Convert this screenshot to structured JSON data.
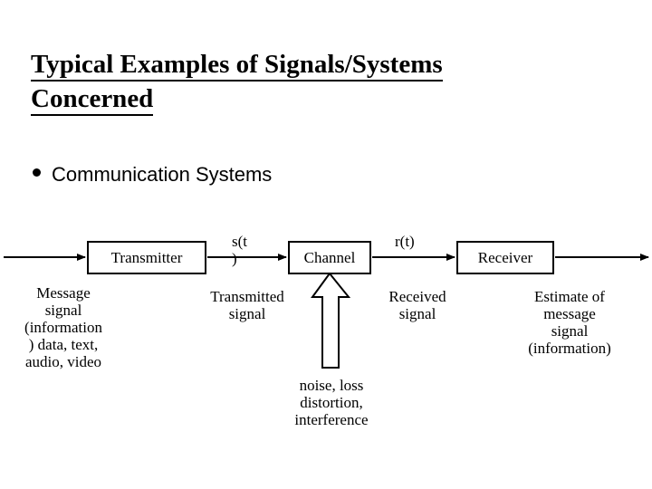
{
  "slide": {
    "title_lines": [
      "Typical Examples of Signals/Systems",
      "Concerned"
    ],
    "bullet": {
      "marker": "bullet-dot",
      "label": "Communication Systems"
    }
  },
  "diagram": {
    "type": "block-diagram",
    "boxes": [
      {
        "id": "transmitter",
        "label": "Transmitter"
      },
      {
        "id": "channel",
        "label": "Channel"
      },
      {
        "id": "receiver",
        "label": "Receiver"
      }
    ],
    "signal_labels": [
      {
        "id": "s-of-t",
        "text": "s(t\n)"
      },
      {
        "id": "r-of-t",
        "text": "r(t)"
      }
    ],
    "signal_st_line1": "s(t",
    "signal_st_line2": ")",
    "signal_rt": "r(t)",
    "captions": {
      "message": "Message\nsignal\n(information\n) data, text,\naudio, video",
      "message_lines": [
        "Message",
        "signal",
        "(information",
        ") data, text,",
        "audio, video"
      ],
      "transmitted_lines": [
        "Transmitted",
        "signal"
      ],
      "received_lines": [
        "Received",
        "signal"
      ],
      "estimate_lines": [
        "Estimate of",
        "message",
        "signal",
        "(information)"
      ],
      "noise_lines": [
        "noise, loss",
        "distortion,",
        "interference"
      ]
    },
    "arrows": [
      {
        "id": "arrow-in-transmitter",
        "direction": "right"
      },
      {
        "id": "arrow-transmitter-to-channel",
        "direction": "right"
      },
      {
        "id": "arrow-channel-to-receiver",
        "direction": "right"
      },
      {
        "id": "arrow-out-receiver",
        "direction": "right"
      },
      {
        "id": "arrow-noise-into-channel",
        "direction": "up"
      }
    ]
  },
  "colors": {
    "background": "#ffffff",
    "ink": "#000000"
  }
}
